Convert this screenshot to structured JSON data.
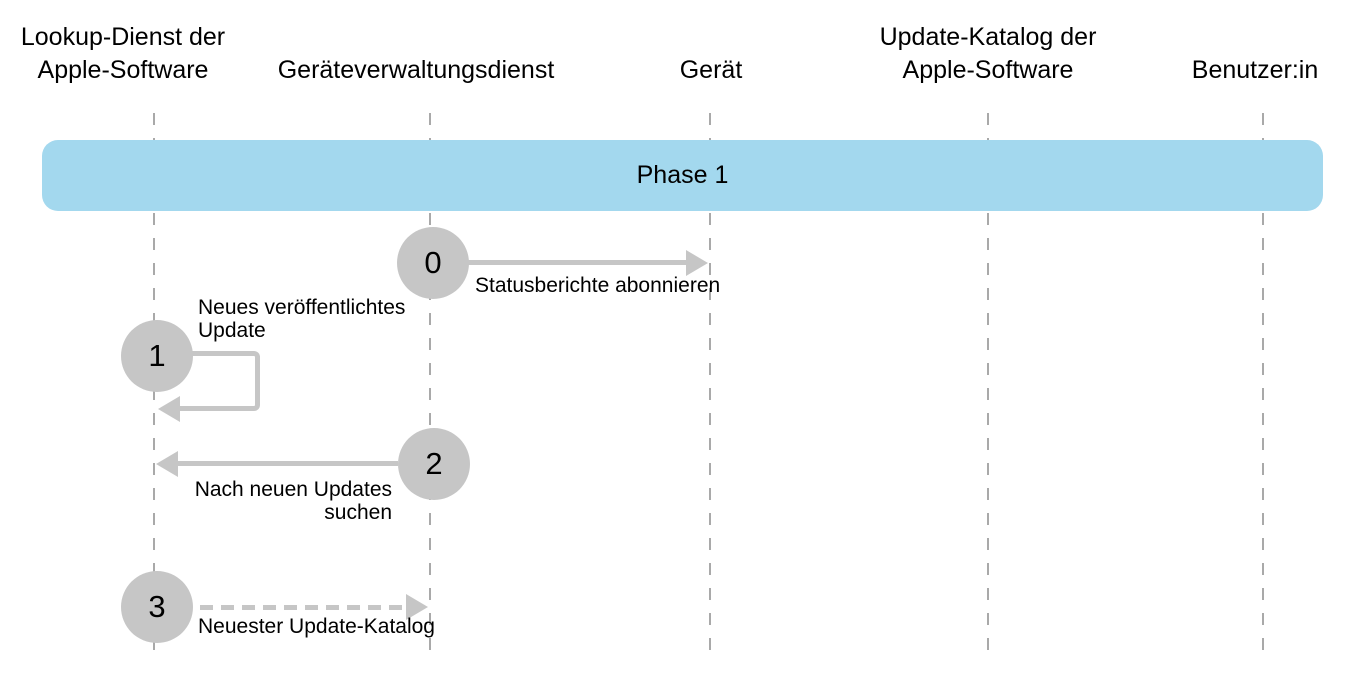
{
  "diagram": {
    "type": "sequence-diagram",
    "phase": {
      "label": "Phase 1"
    },
    "lifelines": [
      {
        "label": "Lookup-Dienst der\nApple-Software"
      },
      {
        "label": "Geräteverwaltungsdienst"
      },
      {
        "label": "Gerät"
      },
      {
        "label": "Update-Katalog der\nApple-Software"
      },
      {
        "label": "Benutzer:in"
      }
    ],
    "messages": [
      {
        "step": "0",
        "label": "Statusberichte abonnieren",
        "from": "Geräteverwaltungsdienst",
        "to": "Gerät",
        "line_style": "solid"
      },
      {
        "step": "1",
        "label": "Neues veröffentlichtes\nUpdate",
        "from": "Lookup-Dienst der Apple-Software",
        "to": "Lookup-Dienst der Apple-Software",
        "line_style": "self-loop"
      },
      {
        "step": "2",
        "label": "Nach neuen Updates\nsuchen",
        "from": "Geräteverwaltungsdienst",
        "to": "Lookup-Dienst der Apple-Software",
        "line_style": "solid"
      },
      {
        "step": "3",
        "label": "Neuester Update-Katalog",
        "from": "Lookup-Dienst der Apple-Software",
        "to": "Geräteverwaltungsdienst",
        "line_style": "dashed"
      }
    ],
    "colors": {
      "phase_fill": "#a3d8ee",
      "connector_gray": "#c6c6c6",
      "lifeline_gray": "#a9a9a9",
      "text": "#000000",
      "background": "#ffffff"
    }
  }
}
